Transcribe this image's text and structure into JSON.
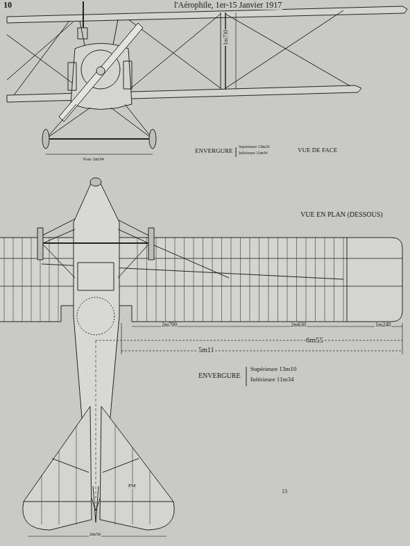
{
  "diagram": {
    "labels": [
      "10",
      "l'Aérophile, 1er-15 Janvier 1917",
      "1m730",
      "ENVERGURE",
      "Supérieure 13m10",
      "Inférieure 11m34",
      "VUE DE FACE",
      "Voie 2m34",
      "VUE EN PLAN (DESSOUS)",
      "2m700",
      "2m630",
      "1m240",
      "6m55",
      "5m11",
      "ENVERGURE",
      "Supérieure 13m10",
      "Inférieure 11m34",
      "13",
      "FM",
      "2m50"
    ]
  }
}
